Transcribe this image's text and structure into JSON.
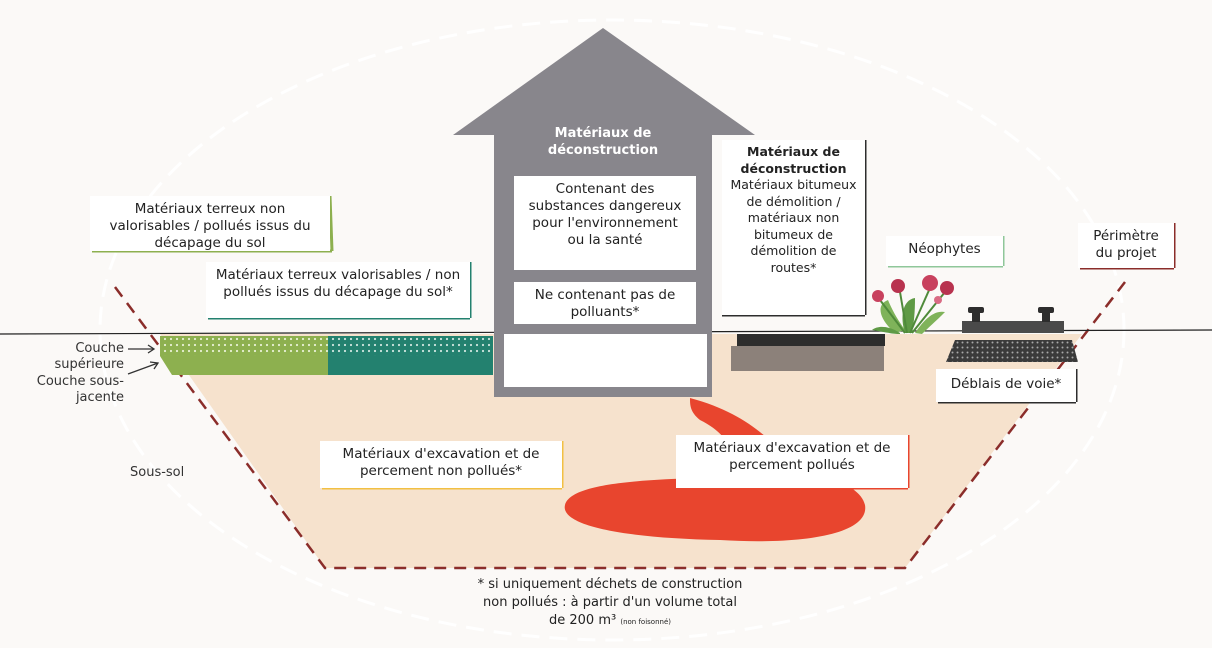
{
  "labels": {
    "terreux_non_valorisables": "Matériaux terreux non valorisables / pollués issus du décapage du sol",
    "terreux_valorisables": "Matériaux terreux valorisables / non pollués issus du décapage du sol*",
    "deconstruction_title": "Matériaux de déconstruction",
    "contenant_substances": "Contenant des substances dangereux pour l'environnement ou la santé",
    "ne_contenant_pas": "Ne contenant pas de polluants*",
    "bitumeux_title": "Matériaux de déconstruction",
    "bitumeux_text": "Matériaux bitumeux de démolition / matériaux non bitumeux de démolition de routes*",
    "neophytes": "Néophytes",
    "perimetre": "Périmètre du projet",
    "couche_superieure": "Couche supérieure",
    "couche_sous_jacente": "Couche sous-jacente",
    "deblais_voie": "Déblais de voie*",
    "sous_sol": "Sous-sol",
    "excavation_non_pollues": "Matériaux d'excavation et de percement non pollués*",
    "excavation_pollues": "Matériaux d'excavation et de percement pollués",
    "footnote_line1": "* si uniquement déchets de construction",
    "footnote_line2": "non pollués : à partir d'un volume total",
    "footnote_line3": "de 200 m³",
    "footnote_small": "(non foisonné)"
  },
  "colors": {
    "ground": "#f6e2cd",
    "house": "#88868c",
    "polluted": "#e8452e",
    "green_light": "#8db04f",
    "green_dark": "#23816f",
    "dashed_border": "#8b2d2a",
    "bitumen": "#2d2d2d"
  }
}
